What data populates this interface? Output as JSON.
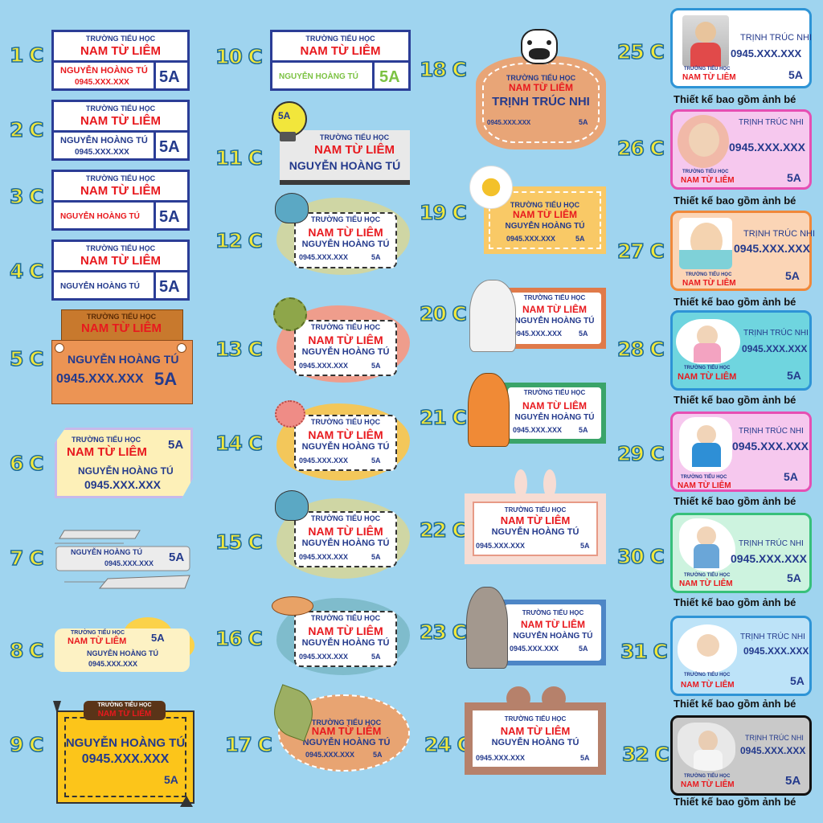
{
  "colors": {
    "bg": "#9fd4ef",
    "navy": "#243a8c",
    "red": "#e8191e",
    "yellow": "#f3e83a"
  },
  "common": {
    "school": "TRƯỜNG TIỂU HỌC",
    "school_name": "NAM TỪ LIÊM",
    "student": "NGUYỄN HOÀNG TÚ",
    "student2": "TRỊNH TRÚC NHI",
    "phone": "0945.XXX.XXX",
    "class": "5A"
  },
  "caption": "Thiết kế bao gồm ảnh bé",
  "labels": [
    "1 C",
    "2 C",
    "3 C",
    "4 C",
    "5 C",
    "6 C",
    "7 C",
    "8 C",
    "9 C",
    "10 C",
    "11 C",
    "12 C",
    "13 C",
    "14 C",
    "15 C",
    "16 C",
    "17 C",
    "18 C",
    "19 C",
    "20 C",
    "21 C",
    "22 C",
    "23 C",
    "24 C",
    "25 C",
    "26 C",
    "27 C",
    "28 C",
    "29 C",
    "30 C",
    "31 C",
    "32 C"
  ],
  "icons": {
    "t11": "lightbulb-icon",
    "t12": "blue-monster-icon",
    "t13": "green-sun-icon",
    "t14": "pink-virus-icon",
    "t15": "blue-monster-icon",
    "t16": "orange-fish-icon",
    "t17": "green-leaf-icon",
    "t18": "cow-icon",
    "t19": "daisy-icon",
    "t20": "white-cat-icon",
    "t21": "orange-cat-icon",
    "t22": "bunny-ears-icon",
    "t23": "grey-cat-icon",
    "t24": "bear-ears-icon",
    "photo": "child-photo-icon"
  }
}
